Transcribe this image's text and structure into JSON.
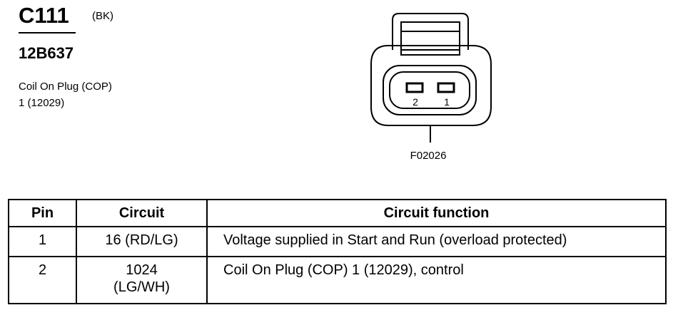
{
  "header": {
    "connector_id": "C111",
    "connector_color": "(BK)",
    "part_number": "12B637",
    "description_line1": "Coil On Plug (COP)",
    "description_line2": "1 (12029)"
  },
  "diagram": {
    "pin_labels": [
      "2",
      "1"
    ],
    "figure_code": "F02026"
  },
  "table": {
    "headers": {
      "pin": "Pin",
      "circuit": "Circuit",
      "function": "Circuit function"
    },
    "rows": [
      {
        "pin": "1",
        "circuit_line1": "16 (RD/LG)",
        "circuit_line2": "",
        "function": "Voltage supplied in Start and Run (overload protected)"
      },
      {
        "pin": "2",
        "circuit_line1": "1024",
        "circuit_line2": "(LG/WH)",
        "function": "Coil On Plug (COP) 1 (12029), control"
      }
    ]
  }
}
